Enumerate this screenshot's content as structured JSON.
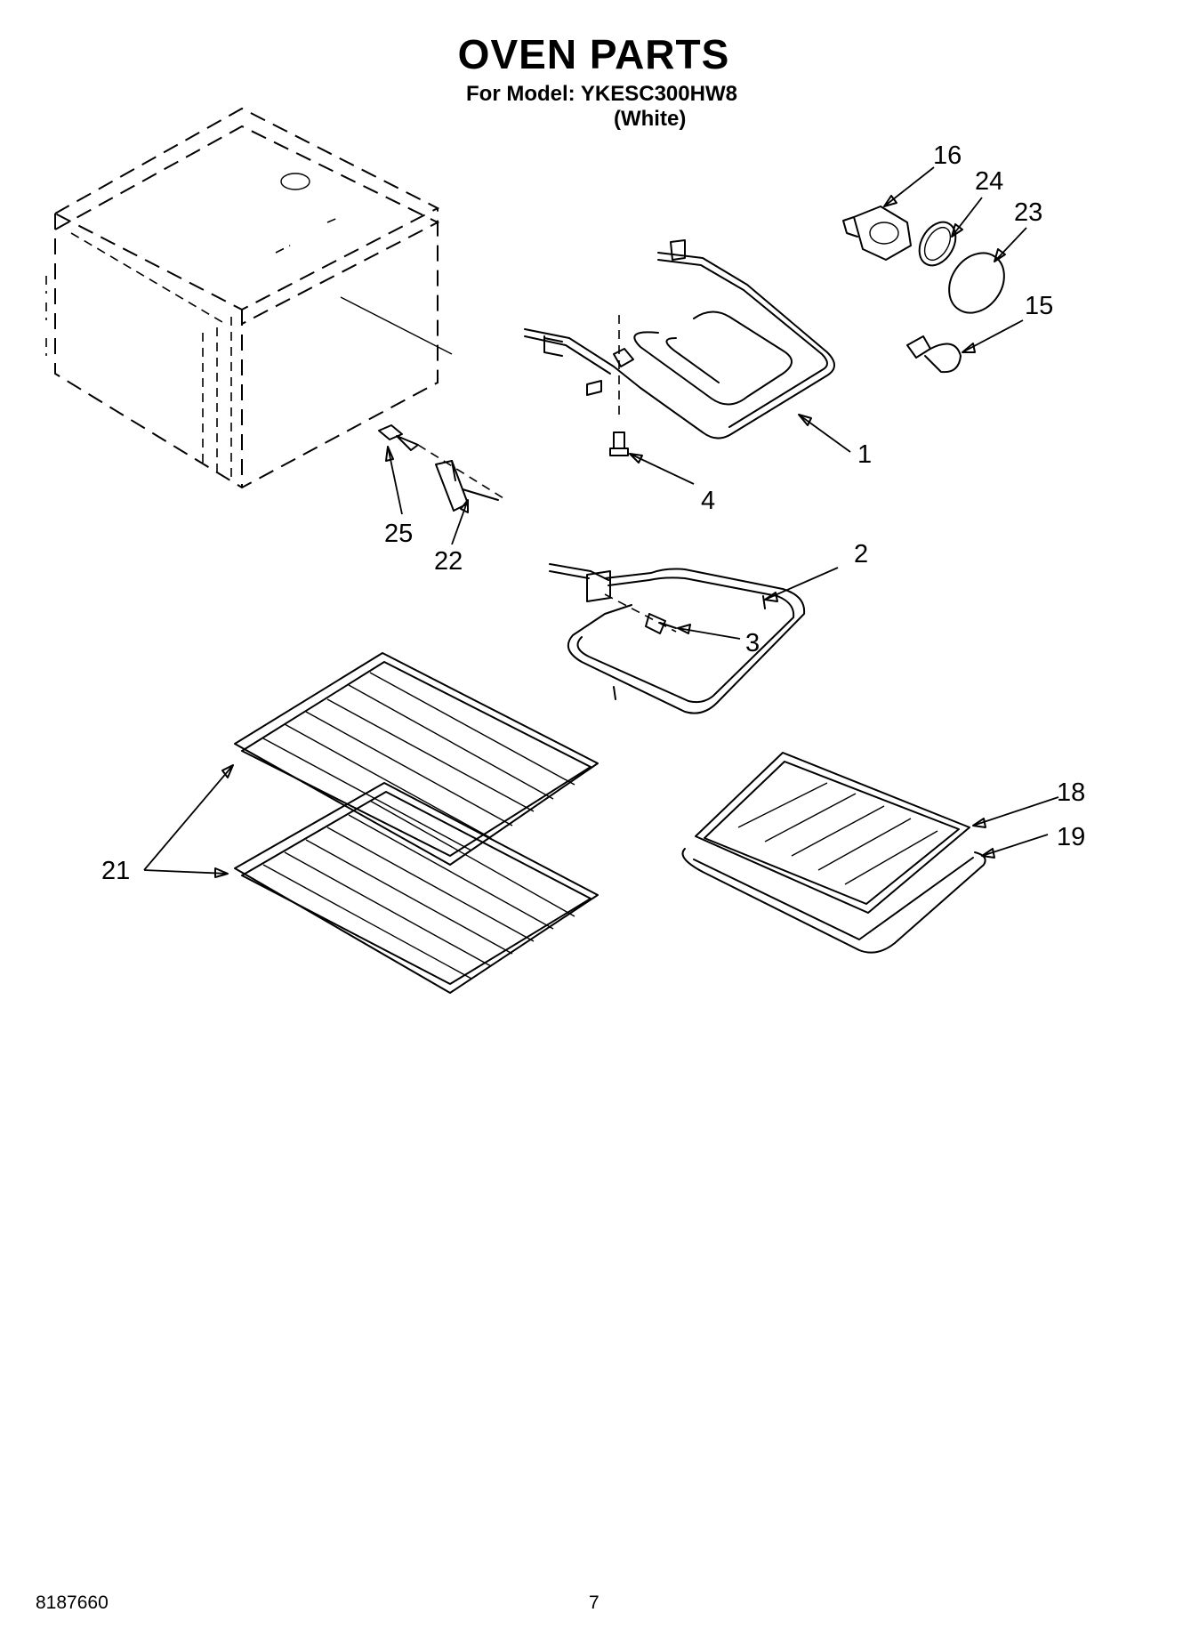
{
  "header": {
    "title": "OVEN PARTS",
    "model_line": "For Model: YKESC300HW8",
    "color_line": "(White)"
  },
  "callouts": [
    {
      "id": "1",
      "label": "1"
    },
    {
      "id": "2",
      "label": "2"
    },
    {
      "id": "3",
      "label": "3"
    },
    {
      "id": "4",
      "label": "4"
    },
    {
      "id": "15",
      "label": "15"
    },
    {
      "id": "16",
      "label": "16"
    },
    {
      "id": "18",
      "label": "18"
    },
    {
      "id": "19",
      "label": "19"
    },
    {
      "id": "21",
      "label": "21"
    },
    {
      "id": "22",
      "label": "22"
    },
    {
      "id": "23",
      "label": "23"
    },
    {
      "id": "24",
      "label": "24"
    },
    {
      "id": "25",
      "label": "25"
    }
  ],
  "footer": {
    "doc_number": "8187660",
    "page_number": "7"
  }
}
